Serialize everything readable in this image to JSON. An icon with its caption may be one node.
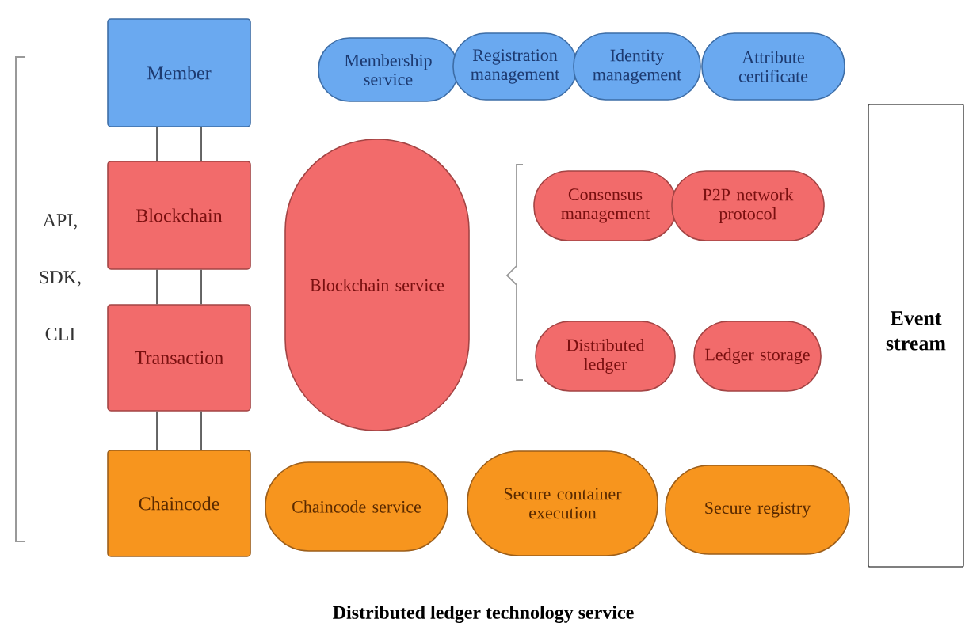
{
  "diagram": {
    "caption": "Distributed ledger technology service",
    "nodes": [
      {
        "text": [
          "Member"
        ]
      },
      {
        "text": [
          "Blockchain"
        ]
      },
      {
        "text": [
          "Transaction"
        ]
      },
      {
        "text": [
          "Chaincode"
        ]
      },
      {
        "text": [
          "Membership service"
        ]
      },
      {
        "text": [
          "Registration management"
        ]
      },
      {
        "text": [
          "Identity management"
        ]
      },
      {
        "text": [
          "Attribute certificate"
        ]
      },
      {
        "text": [
          "Blockchain service"
        ]
      },
      {
        "text": [
          "Consensus management"
        ]
      },
      {
        "text": [
          "P2P network protocol"
        ]
      },
      {
        "text": [
          "Distributed ledger"
        ]
      },
      {
        "text": [
          "Ledger storage"
        ]
      },
      {
        "text": [
          "Chaincode service"
        ]
      },
      {
        "text": [
          "Secure container execution"
        ]
      },
      {
        "text": [
          "Secure registry"
        ]
      },
      {
        "text": [
          "Event stream"
        ]
      }
    ],
    "edges": [
      {
        "from": 0,
        "to": 1,
        "arrow": "none"
      },
      {
        "from": 0,
        "to": 1,
        "arrow": "none"
      },
      {
        "from": 1,
        "to": 2,
        "arrow": "none"
      },
      {
        "from": 1,
        "to": 2,
        "arrow": "none"
      },
      {
        "from": 2,
        "to": 3,
        "arrow": "none"
      },
      {
        "from": 2,
        "to": 3,
        "arrow": "none"
      }
    ],
    "labels": [
      "API,",
      "SDK,",
      "CLI"
    ]
  }
}
